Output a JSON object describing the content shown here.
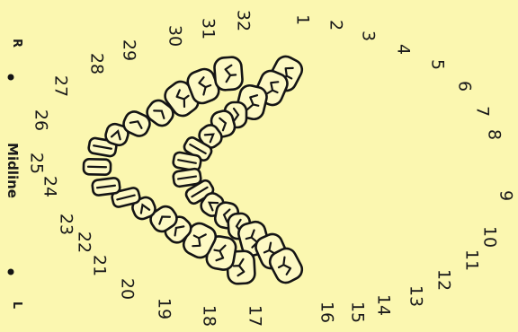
{
  "diagram": {
    "colors": {
      "background": "#fbf7b0",
      "ink": "#141414",
      "tooth_fill": "#fdf9c4"
    },
    "side_labels": {
      "right_side": "R",
      "left_side": "L"
    },
    "midline_label": "Midline",
    "teeth": [
      {
        "number": "1",
        "type": "molar"
      },
      {
        "number": "2",
        "type": "molar"
      },
      {
        "number": "3",
        "type": "molar"
      },
      {
        "number": "4",
        "type": "premolar"
      },
      {
        "number": "5",
        "type": "premolar"
      },
      {
        "number": "6",
        "type": "canine"
      },
      {
        "number": "7",
        "type": "incisor"
      },
      {
        "number": "8",
        "type": "incisor"
      },
      {
        "number": "9",
        "type": "incisor"
      },
      {
        "number": "10",
        "type": "incisor"
      },
      {
        "number": "11",
        "type": "canine"
      },
      {
        "number": "12",
        "type": "premolar"
      },
      {
        "number": "13",
        "type": "premolar"
      },
      {
        "number": "14",
        "type": "molar"
      },
      {
        "number": "15",
        "type": "molar"
      },
      {
        "number": "16",
        "type": "molar"
      },
      {
        "number": "17",
        "type": "molar"
      },
      {
        "number": "18",
        "type": "molar"
      },
      {
        "number": "19",
        "type": "molar"
      },
      {
        "number": "20",
        "type": "premolar"
      },
      {
        "number": "21",
        "type": "premolar"
      },
      {
        "number": "22",
        "type": "canine"
      },
      {
        "number": "23",
        "type": "incisor"
      },
      {
        "number": "24",
        "type": "incisor"
      },
      {
        "number": "25",
        "type": "incisor"
      },
      {
        "number": "26",
        "type": "incisor"
      },
      {
        "number": "27",
        "type": "canine"
      },
      {
        "number": "28",
        "type": "premolar"
      },
      {
        "number": "29",
        "type": "premolar"
      },
      {
        "number": "30",
        "type": "molar"
      },
      {
        "number": "31",
        "type": "molar"
      },
      {
        "number": "32",
        "type": "molar"
      }
    ]
  }
}
